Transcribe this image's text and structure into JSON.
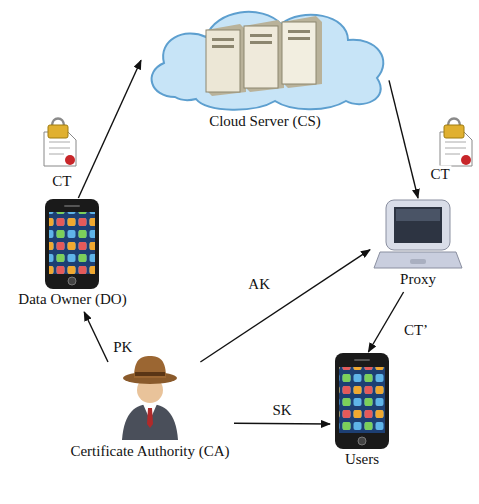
{
  "diagram": {
    "nodes": [
      {
        "text": [
          "Cloud Server (CS)"
        ]
      },
      {
        "text": [
          "Data Owner (DO)"
        ]
      },
      {
        "text": [
          "Proxy"
        ]
      },
      {
        "text": [
          "Certificate Authority (CA)"
        ]
      },
      {
        "text": [
          "Users"
        ]
      }
    ],
    "edges": [
      {
        "from": 1,
        "to": 0,
        "label": "CT",
        "arrow": "to"
      },
      {
        "from": 0,
        "to": 2,
        "label": "CT",
        "arrow": "to"
      },
      {
        "from": 2,
        "to": 4,
        "label": "CT’",
        "arrow": "to"
      },
      {
        "from": 3,
        "to": 1,
        "label": "PK",
        "arrow": "to"
      },
      {
        "from": 3,
        "to": 2,
        "label": "AK",
        "arrow": "to"
      },
      {
        "from": 3,
        "to": 4,
        "label": "SK",
        "arrow": "to"
      }
    ]
  }
}
